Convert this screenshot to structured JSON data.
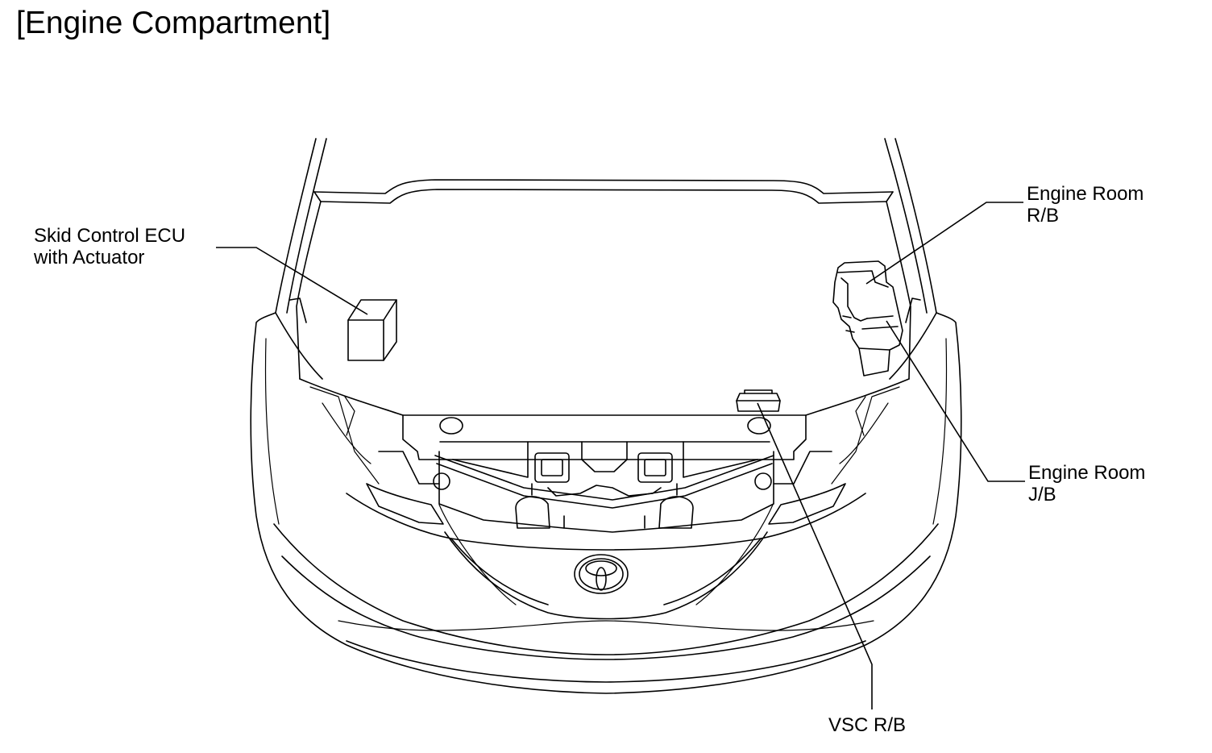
{
  "title": "[Engine Compartment]",
  "labels": {
    "skid_control": {
      "line1": "Skid Control ECU",
      "line2": "with Actuator"
    },
    "engine_room_rb": {
      "line1": "Engine Room",
      "line2": "R/B"
    },
    "engine_room_jb": {
      "line1": "Engine Room",
      "line2": "J/B"
    },
    "vsc_rb": {
      "line1": "VSC R/B"
    }
  },
  "icons": {
    "vehicle": "car-front-open-hood-icon",
    "emblem": "toyota-emblem-icon"
  },
  "colors": {
    "line": "#000000",
    "background": "#ffffff"
  }
}
